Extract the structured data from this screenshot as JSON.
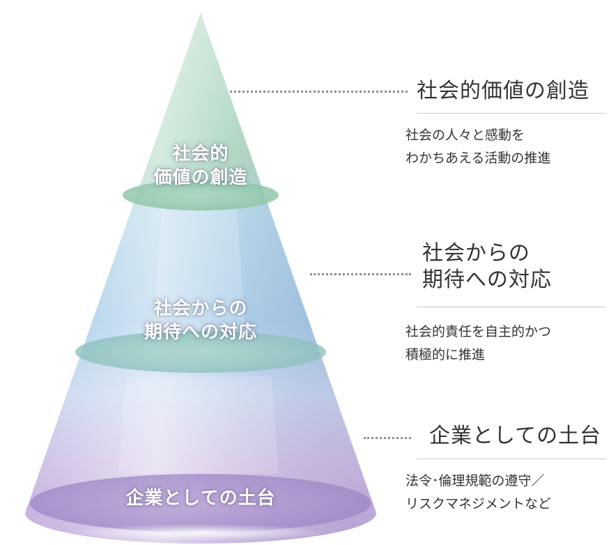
{
  "cone_labels": {
    "top": {
      "line1": "社会的",
      "line2": "価値の創造"
    },
    "middle": {
      "line1": "社会からの",
      "line2": "期待への対応"
    },
    "bottom": {
      "line1": "企業としての土台"
    }
  },
  "right_panel": {
    "items": [
      {
        "heading": "社会的価値の創造",
        "desc_line1": "社会の人々と感動を",
        "desc_line2": "わかちあえる活動の推進"
      },
      {
        "heading_line1": "社会からの",
        "heading_line2": "期待への対応",
        "desc_line1": "社会的責任を自主的かつ",
        "desc_line2": "積極的に推進"
      },
      {
        "heading": "企業としての土台",
        "desc_line1": "法令･倫理規範の遵守／",
        "desc_line2": "リスクマネジメントなど"
      }
    ]
  },
  "colors": {
    "top_tier": "#9ccfb3",
    "middle_tier": "#a9cbe6",
    "bottom_tier": "#c7b1de",
    "leader_dots": "#8a8f94",
    "text": "#333333"
  }
}
